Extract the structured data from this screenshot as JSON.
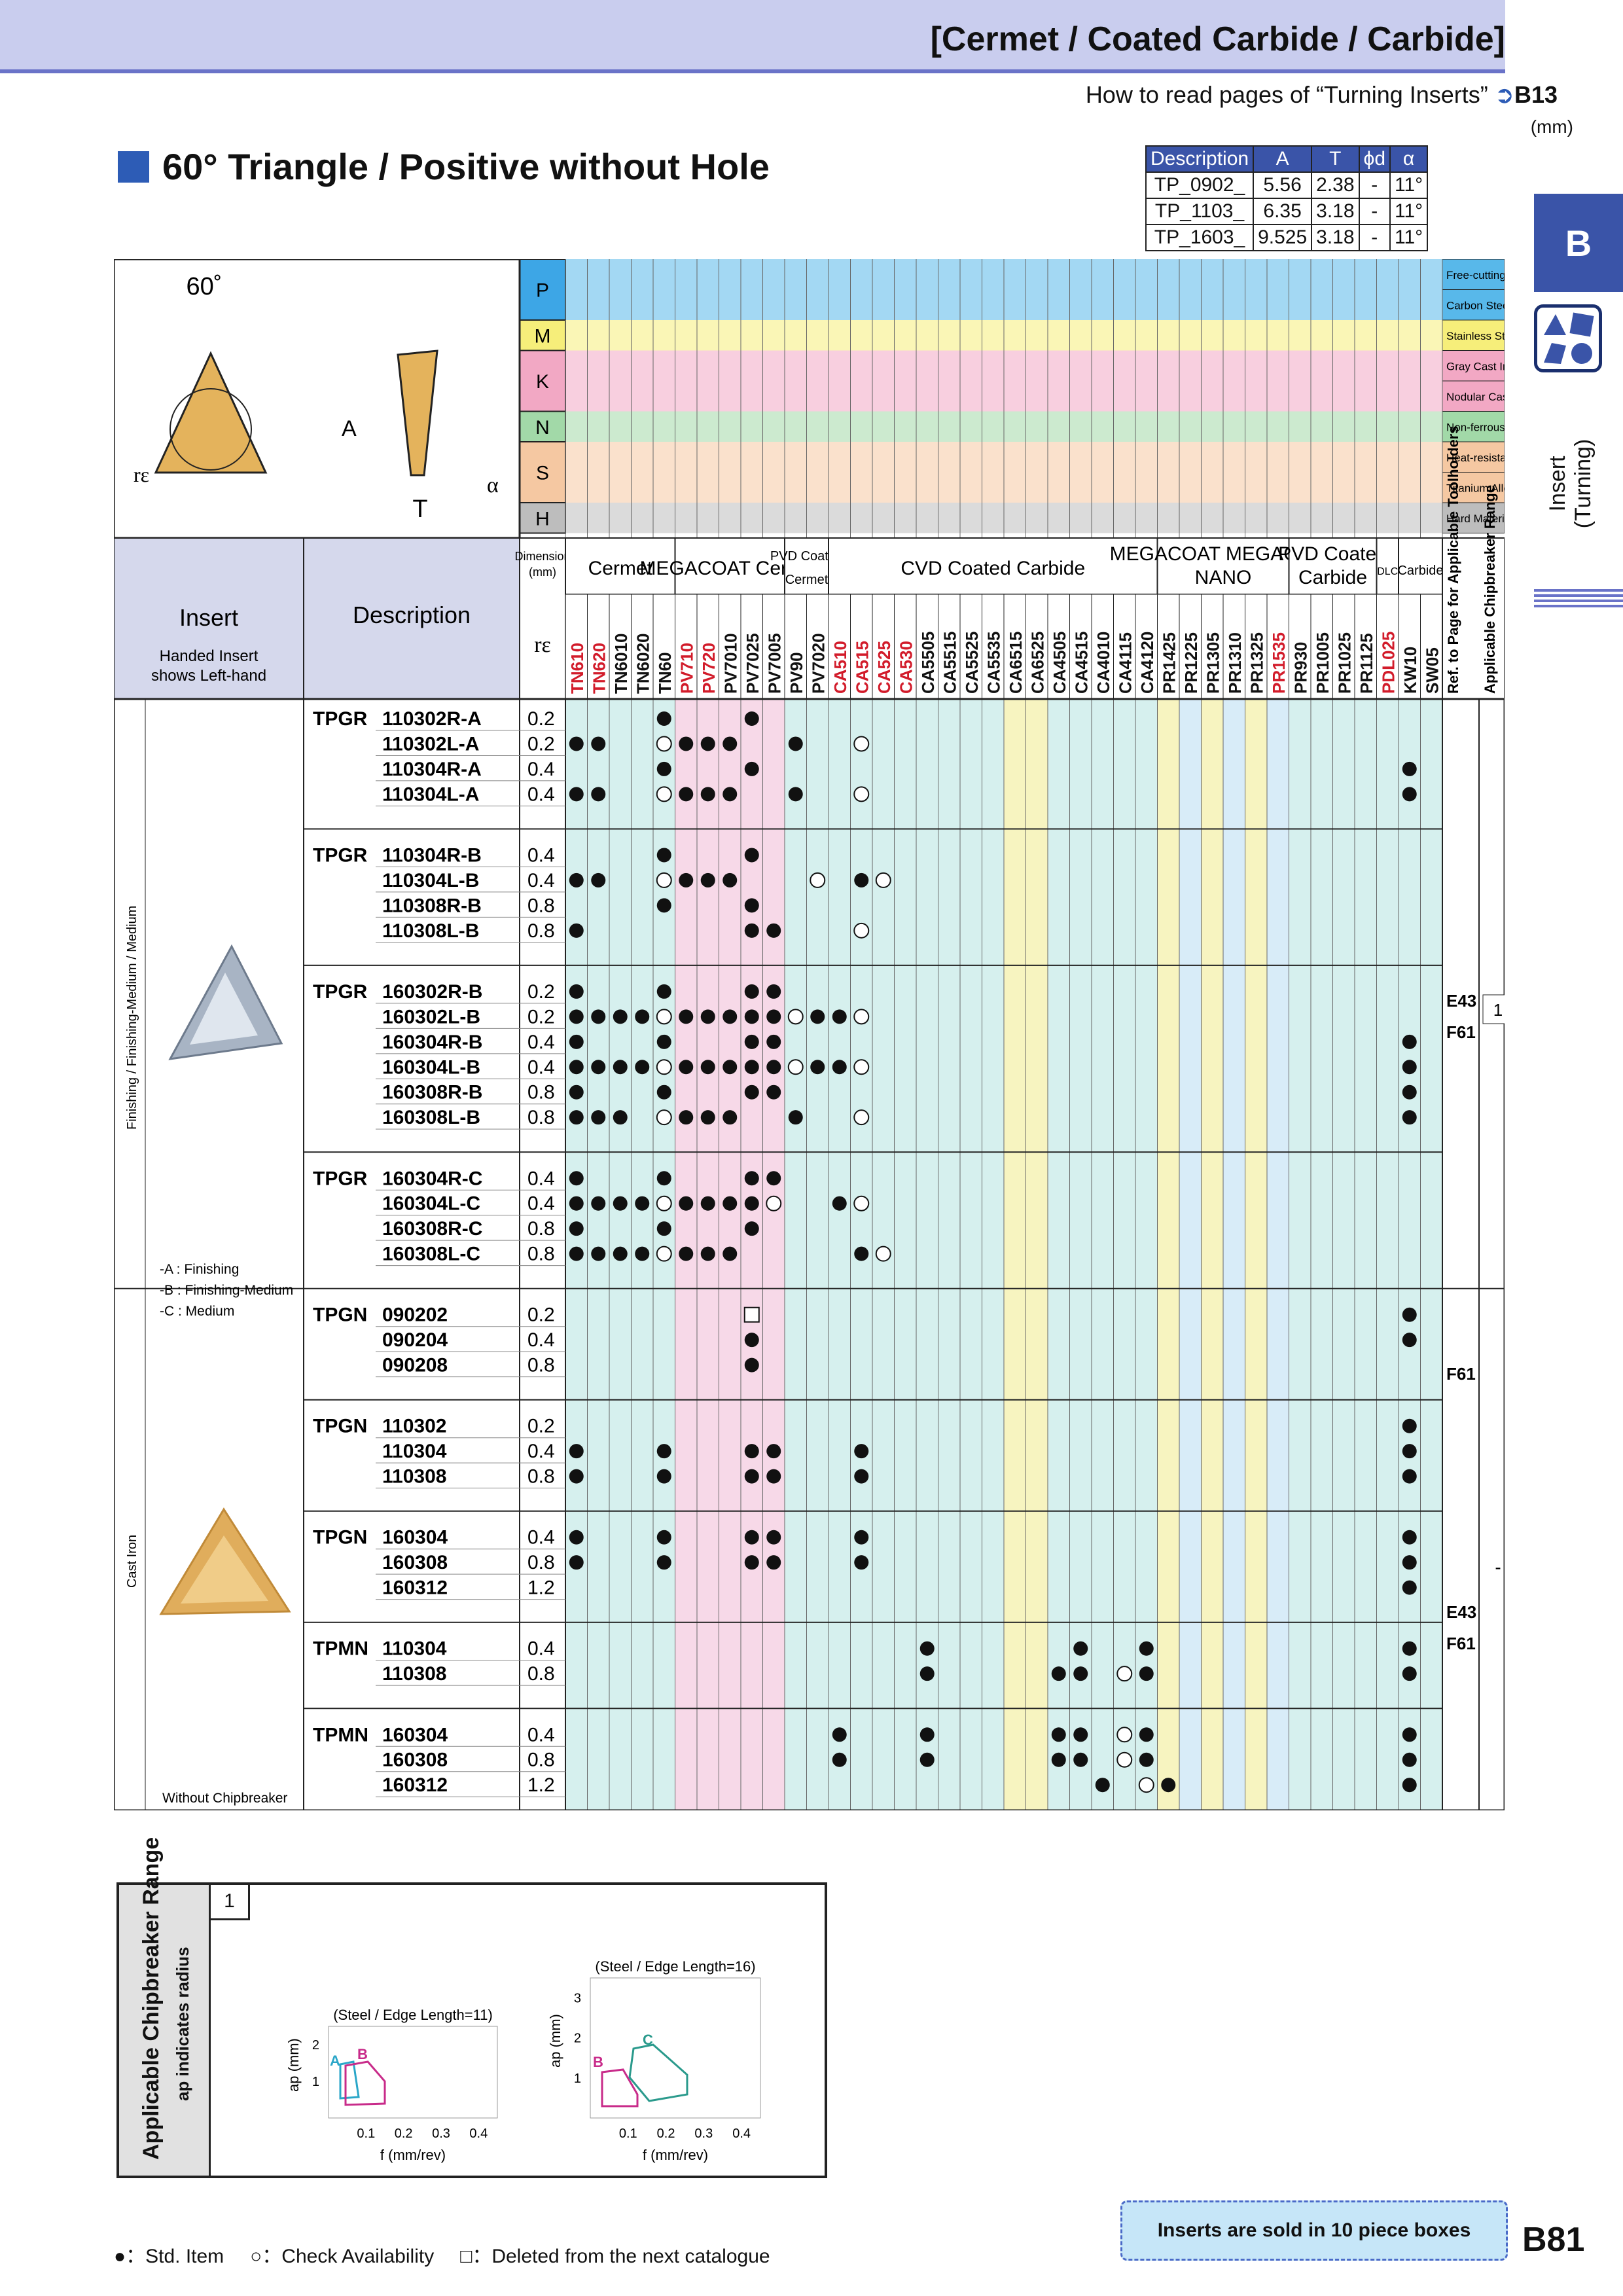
{
  "header": {
    "category": "[Cermet / Coated Carbide / Carbide]",
    "howto": "How to read pages of “Turning Inserts”",
    "howto_ref": "B13",
    "unit": "(mm)",
    "title": "60° Triangle / Positive without Hole",
    "angle": "60˚"
  },
  "dims": {
    "cols": [
      "Description",
      "A",
      "T",
      "ϕd",
      "α"
    ],
    "rows": [
      [
        "TP_0902_",
        "5.56",
        "2.38",
        "-",
        "11°"
      ],
      [
        "TP_1103_",
        "6.35",
        "3.18",
        "-",
        "11°"
      ],
      [
        "TP_1603_",
        "9.525",
        "3.18",
        "-",
        "11°"
      ]
    ]
  },
  "side": {
    "tab": "B",
    "label": "Insert (Turning)"
  },
  "materials": [
    {
      "k": "P",
      "color": "#58b8ea",
      "descs": [
        "Free-cutting steel",
        "Carbon Steel / Alloy Steel"
      ]
    },
    {
      "k": "M",
      "color": "#f6ee7a",
      "descs": [
        "Stainless Steel"
      ]
    },
    {
      "k": "K",
      "color": "#f2a8c4",
      "descs": [
        "Gray Cast Iron",
        "Nodular Cast Iron"
      ]
    },
    {
      "k": "N",
      "color": "#a2d9a8",
      "descs": [
        "Non-ferrous Metals"
      ]
    },
    {
      "k": "S",
      "color": "#f5c8a2",
      "descs": [
        "Heat-resistant Alloys",
        "Titanium Alloys"
      ]
    },
    {
      "k": "H",
      "color": "#bdbdbd",
      "descs": [
        "Hard Materials"
      ]
    }
  ],
  "head": {
    "insert": "Insert",
    "insert_sub1": "Handed Insert",
    "insert_sub2": "shows Left-hand",
    "description": "Description",
    "dimension": "Dimension",
    "dim_unit": "(mm)",
    "re": "rε",
    "ref": "Ref. to Page for Applicable Toolholders",
    "range": "Applicable Chipbreaker Range"
  },
  "groups": [
    "Cermet",
    "MEGACOAT Cermet",
    "PVD Coated Cermet",
    "CVD Coated Carbide",
    "MEGACOAT MEGACOAT NANO",
    "PVD Coated Carbide",
    "DLC",
    "Carbide"
  ],
  "grades": [
    "TN610",
    "TN620",
    "TN6010",
    "TN6020",
    "TN60",
    "PV710",
    "PV720",
    "PV7010",
    "PV7025",
    "PV7005",
    "PV90",
    "PV7020",
    "CA510",
    "CA515",
    "CA525",
    "CA530",
    "CA5505",
    "CA5515",
    "CA5525",
    "CA5535",
    "CA6515",
    "CA6525",
    "CA4505",
    "CA4515",
    "CA4010",
    "CA4115",
    "CA4120",
    "PR1425",
    "PR1225",
    "PR1305",
    "PR1310",
    "PR1325",
    "PR1535",
    "PR930",
    "PR1005",
    "PR1025",
    "PR1125",
    "PDL025",
    "KW10",
    "SW05"
  ],
  "rows": [
    {
      "series": "TPGR",
      "code": "110302R-A",
      "re": "0.2",
      "m": "....B...B"
    },
    {
      "code": "110302L-A",
      "re": "0.2",
      "m": "BB..OBBB..B..O"
    },
    {
      "code": "110304R-A",
      "re": "0.4",
      "m": "....B...B",
      "kw": "B"
    },
    {
      "code": "110304L-A",
      "re": "0.4",
      "m": "BB..OBBB..B..O",
      "kw": "B"
    },
    {
      "series": "TPGR",
      "code": "110304R-B",
      "re": "0.4",
      "m": "....B...B"
    },
    {
      "code": "110304L-B",
      "re": "0.4",
      "m": "BB..OBBB...O.BO"
    },
    {
      "code": "110308R-B",
      "re": "0.8",
      "m": "....B...B"
    },
    {
      "code": "110308L-B",
      "re": "0.8",
      "m": "B.......BB...O"
    },
    {
      "series": "TPGR",
      "code": "160302R-B",
      "re": "0.2",
      "m": "B...B...BB"
    },
    {
      "code": "160302L-B",
      "re": "0.2",
      "m": "BBBBOBBBBBOBBO"
    },
    {
      "code": "160304R-B",
      "re": "0.4",
      "m": "B...B...BB",
      "kw": "B"
    },
    {
      "code": "160304L-B",
      "re": "0.4",
      "m": "BBBBOBBBBBOBBO",
      "kw": "B"
    },
    {
      "code": "160308R-B",
      "re": "0.8",
      "m": "B...B...BB",
      "kw": "B"
    },
    {
      "code": "160308L-B",
      "re": "0.8",
      "m": "BBB.OBBB..B..O",
      "kw": "B"
    },
    {
      "series": "TPGR",
      "code": "160304R-C",
      "re": "0.4",
      "m": "B...B...BB"
    },
    {
      "code": "160304L-C",
      "re": "0.4",
      "m": "BBBBOBBBBO..BO"
    },
    {
      "code": "160308R-C",
      "re": "0.8",
      "m": "B...B...B"
    },
    {
      "code": "160308L-C",
      "re": "0.8",
      "m": "BBBBOBBB.....BO"
    },
    {
      "series": "TPGN",
      "code": "090202",
      "re": "0.2",
      "m": "........D",
      "kw": "B"
    },
    {
      "code": "090204",
      "re": "0.4",
      "m": "........B",
      "kw": "B"
    },
    {
      "code": "090208",
      "re": "0.8",
      "m": "........B"
    },
    {
      "series": "TPGN",
      "code": "110302",
      "re": "0.2",
      "m": "",
      "kw": "B"
    },
    {
      "code": "110304",
      "re": "0.4",
      "m": "B...B...BB...B",
      "kw": "B"
    },
    {
      "code": "110308",
      "re": "0.8",
      "m": "B...B...BB...B",
      "kw": "B"
    },
    {
      "series": "TPGN",
      "code": "160304",
      "re": "0.4",
      "m": "B...B...BB...B",
      "kw": "B"
    },
    {
      "code": "160308",
      "re": "0.8",
      "m": "B...B...BB...B",
      "kw": "B"
    },
    {
      "code": "160312",
      "re": "1.2",
      "m": "",
      "kw": "B"
    },
    {
      "series": "TPMN",
      "code": "110304",
      "re": "0.4",
      "m": "................B......B..B",
      "kw": "B"
    },
    {
      "code": "110308",
      "re": "0.8",
      "m": "................B.....BB.OB",
      "kw": "B"
    },
    {
      "series": "TPMN",
      "code": "160304",
      "re": "0.4",
      "m": "............B...B.....BB.OB",
      "kw": "B"
    },
    {
      "code": "160308",
      "re": "0.8",
      "m": "............B...B.....BB.OB",
      "kw": "B"
    },
    {
      "code": "160312",
      "re": "1.2",
      "m": "........................B.OB",
      "kw": "B"
    }
  ],
  "row_labels": {
    "fin": "Finishing / Finishing-Medium / Medium",
    "cast": "Cast Iron",
    "a": "-A : Finishing",
    "b": "-B : Finishing-Medium",
    "c": "-C : Medium",
    "nochip": "Without Chipbreaker"
  },
  "refs": {
    "e43a": "E43",
    "f61a": "F61",
    "one": "1",
    "f61b": "F61",
    "dash": "-",
    "e43b": "E43",
    "f61c": "F61"
  },
  "cb": {
    "title": "Applicable Chipbreaker Range",
    "sub": "ap indicates radius",
    "num": "1",
    "c1": "(Steel / Edge Length=11)",
    "c2": "(Steel / Edge Length=16)",
    "xlabel": "f (mm/rev)",
    "ylabel": "ap (mm)",
    "xt": [
      "0.1",
      "0.2",
      "0.3",
      "0.4"
    ],
    "yt1": [
      "1",
      "2"
    ],
    "yt2": [
      "1",
      "2",
      "3"
    ],
    "A": "A",
    "B": "B",
    "C": "C"
  },
  "footer": {
    "std": "：Std. Item",
    "check": "：Check Availability",
    "deleted": "：Deleted from the next catalogue",
    "sold": "Inserts are sold in 10 piece boxes",
    "page": "B81"
  }
}
